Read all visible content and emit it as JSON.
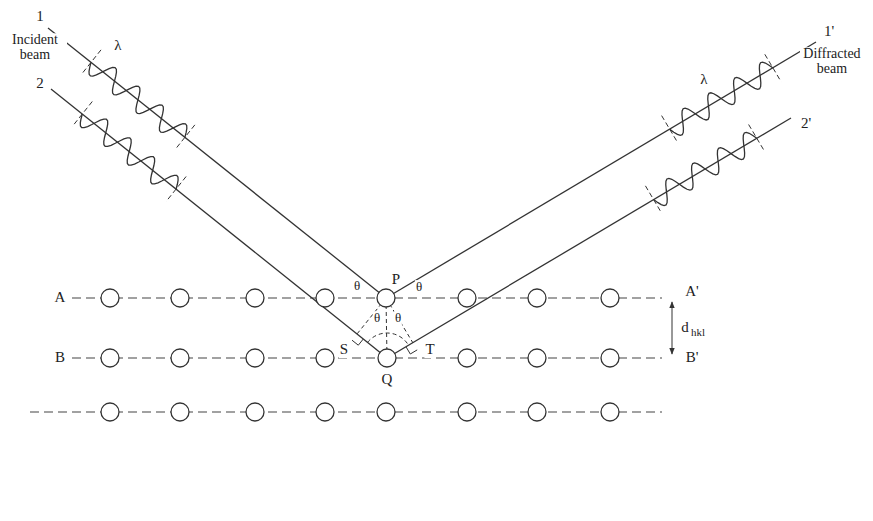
{
  "diagram": {
    "labels": [
      "1",
      "Incident beam",
      "2",
      "λ",
      "1'",
      "Diffracted beam",
      "2'",
      "λ",
      "θ",
      "θ",
      "θ",
      "θ",
      "P",
      "A",
      "A'",
      "d",
      "hkl",
      "B",
      "B'",
      "S",
      "T",
      "Q"
    ]
  }
}
